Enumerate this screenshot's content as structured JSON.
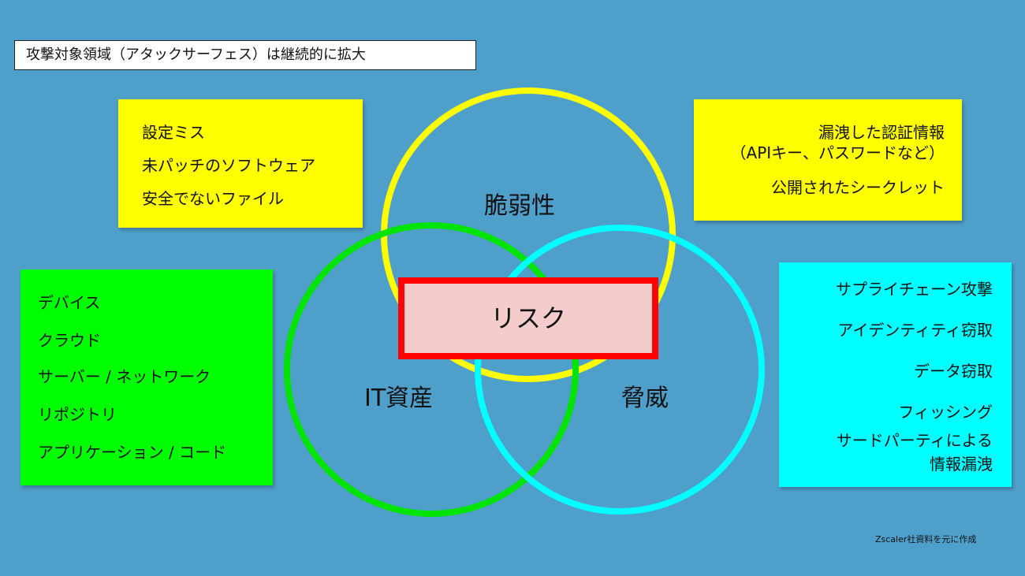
{
  "title": "攻撃対象領域（アタックサーフェス）は継続的に拡大",
  "venn": {
    "vulnerability_label": "脆弱性",
    "assets_label": "IT資産",
    "threat_label": "脅威",
    "center_label": "リスク",
    "colors": {
      "vulnerability": "#ffff00",
      "assets": "#00e400",
      "threat": "#00ffff",
      "risk_border": "#ff0000",
      "risk_fill": "#f4cccc"
    }
  },
  "vulnerability_examples": [
    "設定ミス",
    "未パッチのソフトウェア",
    "安全でないファイル"
  ],
  "credential_examples": [
    "漏洩した認証情報",
    "（APIキー、パスワードなど）",
    "公開されたシークレット"
  ],
  "asset_examples": [
    "デバイス",
    "クラウド",
    "サーバー / ネットワーク",
    "リポジトリ",
    "アプリケーション / コード"
  ],
  "threat_examples": [
    "サプライチェーン攻撃",
    "アイデンティティ窃取",
    "データ窃取",
    "フィッシング",
    "サードパーティによる",
    "情報漏洩"
  ],
  "credit": "Zscaler社資料を元に作成"
}
